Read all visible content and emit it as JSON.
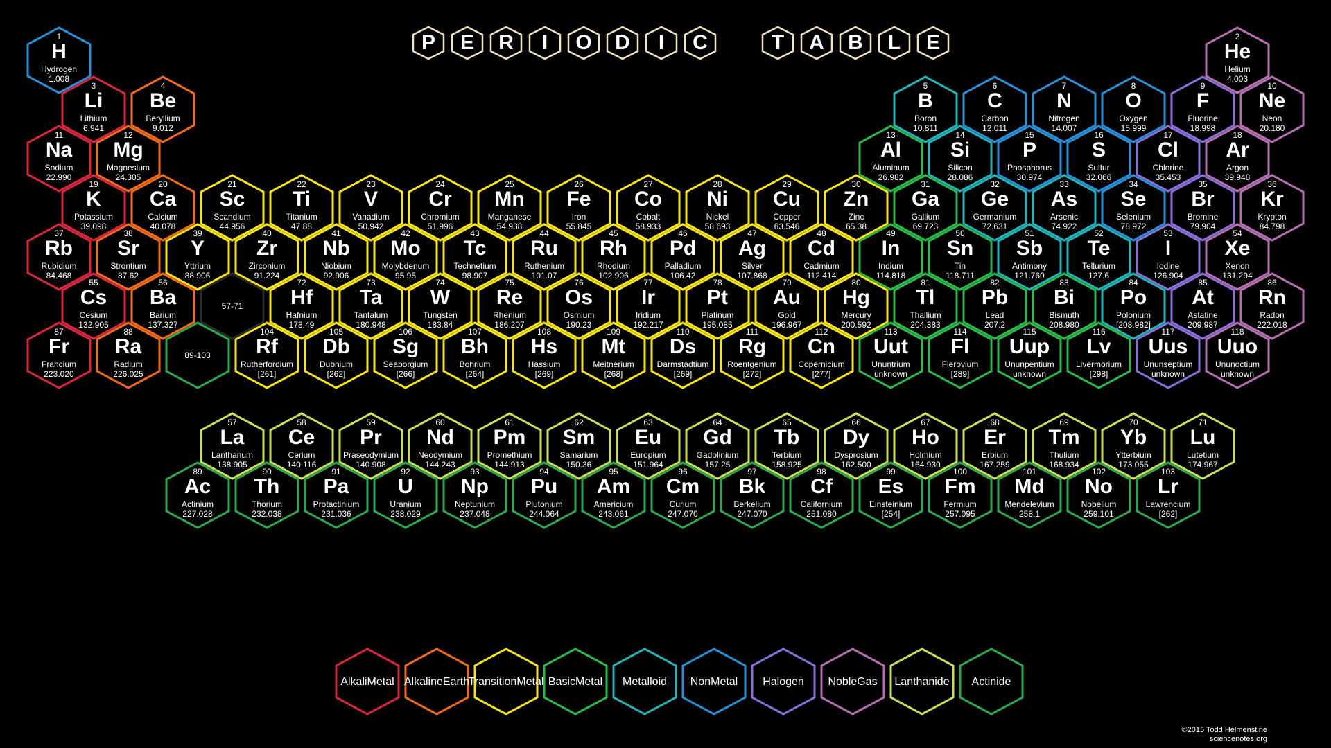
{
  "title": "PERIODIC TABLE",
  "credit_line1": "©2015 Todd Helmenstine",
  "credit_line2": "sciencenotes.org",
  "colors": {
    "alkali": "#d7263d",
    "alkaline": "#f26b1d",
    "transition": "#f5e31b",
    "basic": "#2db84a",
    "metalloid": "#22b4b8",
    "nonmetal": "#2b8fd8",
    "halogen": "#8a6fd8",
    "noble": "#b46fb0",
    "lanthanide": "#c9dd5a",
    "actinide": "#2ea84f",
    "title": "#f2e6c2"
  },
  "elements": [
    {
      "num": "1",
      "sym": "H",
      "name": "Hydrogen",
      "wt": "1.008",
      "cat": "nonmetal",
      "row": 1,
      "col": 1
    },
    {
      "num": "2",
      "sym": "He",
      "name": "Helium",
      "wt": "4.003",
      "cat": "noble",
      "row": 1,
      "col": 18
    },
    {
      "num": "3",
      "sym": "Li",
      "name": "Lithium",
      "wt": "6.941",
      "cat": "alkali",
      "row": 2,
      "col": 1
    },
    {
      "num": "4",
      "sym": "Be",
      "name": "Beryllium",
      "wt": "9.012",
      "cat": "alkaline",
      "row": 2,
      "col": 2
    },
    {
      "num": "5",
      "sym": "B",
      "name": "Boron",
      "wt": "10.811",
      "cat": "metalloid",
      "row": 2,
      "col": 13
    },
    {
      "num": "6",
      "sym": "C",
      "name": "Carbon",
      "wt": "12.011",
      "cat": "nonmetal",
      "row": 2,
      "col": 14
    },
    {
      "num": "7",
      "sym": "N",
      "name": "Nitrogen",
      "wt": "14.007",
      "cat": "nonmetal",
      "row": 2,
      "col": 15
    },
    {
      "num": "8",
      "sym": "O",
      "name": "Oxygen",
      "wt": "15.999",
      "cat": "nonmetal",
      "row": 2,
      "col": 16
    },
    {
      "num": "9",
      "sym": "F",
      "name": "Fluorine",
      "wt": "18.998",
      "cat": "halogen",
      "row": 2,
      "col": 17
    },
    {
      "num": "10",
      "sym": "Ne",
      "name": "Neon",
      "wt": "20.180",
      "cat": "noble",
      "row": 2,
      "col": 18
    },
    {
      "num": "11",
      "sym": "Na",
      "name": "Sodium",
      "wt": "22.990",
      "cat": "alkali",
      "row": 3,
      "col": 1
    },
    {
      "num": "12",
      "sym": "Mg",
      "name": "Magnesium",
      "wt": "24.305",
      "cat": "alkaline",
      "row": 3,
      "col": 2
    },
    {
      "num": "13",
      "sym": "Al",
      "name": "Aluminum",
      "wt": "26.982",
      "cat": "basic",
      "row": 3,
      "col": 13
    },
    {
      "num": "14",
      "sym": "Si",
      "name": "Silicon",
      "wt": "28.086",
      "cat": "metalloid",
      "row": 3,
      "col": 14
    },
    {
      "num": "15",
      "sym": "P",
      "name": "Phosphorus",
      "wt": "30.974",
      "cat": "nonmetal",
      "row": 3,
      "col": 15
    },
    {
      "num": "16",
      "sym": "S",
      "name": "Sulfur",
      "wt": "32.066",
      "cat": "nonmetal",
      "row": 3,
      "col": 16
    },
    {
      "num": "17",
      "sym": "Cl",
      "name": "Chlorine",
      "wt": "35.453",
      "cat": "halogen",
      "row": 3,
      "col": 17
    },
    {
      "num": "18",
      "sym": "Ar",
      "name": "Argon",
      "wt": "39.948",
      "cat": "noble",
      "row": 3,
      "col": 18
    },
    {
      "num": "19",
      "sym": "K",
      "name": "Potassium",
      "wt": "39.098",
      "cat": "alkali",
      "row": 4,
      "col": 1
    },
    {
      "num": "20",
      "sym": "Ca",
      "name": "Calcium",
      "wt": "40.078",
      "cat": "alkaline",
      "row": 4,
      "col": 2
    },
    {
      "num": "21",
      "sym": "Sc",
      "name": "Scandium",
      "wt": "44.956",
      "cat": "transition",
      "row": 4,
      "col": 3
    },
    {
      "num": "22",
      "sym": "Ti",
      "name": "Titanium",
      "wt": "47.88",
      "cat": "transition",
      "row": 4,
      "col": 4
    },
    {
      "num": "23",
      "sym": "V",
      "name": "Vanadium",
      "wt": "50.942",
      "cat": "transition",
      "row": 4,
      "col": 5
    },
    {
      "num": "24",
      "sym": "Cr",
      "name": "Chromium",
      "wt": "51.996",
      "cat": "transition",
      "row": 4,
      "col": 6
    },
    {
      "num": "25",
      "sym": "Mn",
      "name": "Manganese",
      "wt": "54.938",
      "cat": "transition",
      "row": 4,
      "col": 7
    },
    {
      "num": "26",
      "sym": "Fe",
      "name": "Iron",
      "wt": "55.845",
      "cat": "transition",
      "row": 4,
      "col": 8
    },
    {
      "num": "27",
      "sym": "Co",
      "name": "Cobalt",
      "wt": "58.933",
      "cat": "transition",
      "row": 4,
      "col": 9
    },
    {
      "num": "28",
      "sym": "Ni",
      "name": "Nickel",
      "wt": "58.693",
      "cat": "transition",
      "row": 4,
      "col": 10
    },
    {
      "num": "29",
      "sym": "Cu",
      "name": "Copper",
      "wt": "63.546",
      "cat": "transition",
      "row": 4,
      "col": 11
    },
    {
      "num": "30",
      "sym": "Zn",
      "name": "Zinc",
      "wt": "65.38",
      "cat": "transition",
      "row": 4,
      "col": 12
    },
    {
      "num": "31",
      "sym": "Ga",
      "name": "Gallium",
      "wt": "69.723",
      "cat": "basic",
      "row": 4,
      "col": 13
    },
    {
      "num": "32",
      "sym": "Ge",
      "name": "Germanium",
      "wt": "72.631",
      "cat": "metalloid",
      "row": 4,
      "col": 14
    },
    {
      "num": "33",
      "sym": "As",
      "name": "Arsenic",
      "wt": "74.922",
      "cat": "metalloid",
      "row": 4,
      "col": 15
    },
    {
      "num": "34",
      "sym": "Se",
      "name": "Selenium",
      "wt": "78.972",
      "cat": "nonmetal",
      "row": 4,
      "col": 16
    },
    {
      "num": "35",
      "sym": "Br",
      "name": "Bromine",
      "wt": "79.904",
      "cat": "halogen",
      "row": 4,
      "col": 17
    },
    {
      "num": "36",
      "sym": "Kr",
      "name": "Krypton",
      "wt": "84.798",
      "cat": "noble",
      "row": 4,
      "col": 18
    },
    {
      "num": "37",
      "sym": "Rb",
      "name": "Rubidium",
      "wt": "84.468",
      "cat": "alkali",
      "row": 5,
      "col": 1
    },
    {
      "num": "38",
      "sym": "Sr",
      "name": "Strontium",
      "wt": "87.62",
      "cat": "alkaline",
      "row": 5,
      "col": 2
    },
    {
      "num": "39",
      "sym": "Y",
      "name": "Yttrium",
      "wt": "88.906",
      "cat": "transition",
      "row": 5,
      "col": 3
    },
    {
      "num": "40",
      "sym": "Zr",
      "name": "Zirconium",
      "wt": "91.224",
      "cat": "transition",
      "row": 5,
      "col": 4
    },
    {
      "num": "41",
      "sym": "Nb",
      "name": "Niobium",
      "wt": "92.906",
      "cat": "transition",
      "row": 5,
      "col": 5
    },
    {
      "num": "42",
      "sym": "Mo",
      "name": "Molybdenum",
      "wt": "95.95",
      "cat": "transition",
      "row": 5,
      "col": 6
    },
    {
      "num": "43",
      "sym": "Tc",
      "name": "Technetium",
      "wt": "98.907",
      "cat": "transition",
      "row": 5,
      "col": 7
    },
    {
      "num": "44",
      "sym": "Ru",
      "name": "Ruthenium",
      "wt": "101.07",
      "cat": "transition",
      "row": 5,
      "col": 8
    },
    {
      "num": "45",
      "sym": "Rh",
      "name": "Rhodium",
      "wt": "102.906",
      "cat": "transition",
      "row": 5,
      "col": 9
    },
    {
      "num": "46",
      "sym": "Pd",
      "name": "Palladium",
      "wt": "106.42",
      "cat": "transition",
      "row": 5,
      "col": 10
    },
    {
      "num": "47",
      "sym": "Ag",
      "name": "Silver",
      "wt": "107.868",
      "cat": "transition",
      "row": 5,
      "col": 11
    },
    {
      "num": "48",
      "sym": "Cd",
      "name": "Cadmium",
      "wt": "112.414",
      "cat": "transition",
      "row": 5,
      "col": 12
    },
    {
      "num": "49",
      "sym": "In",
      "name": "Indium",
      "wt": "114.818",
      "cat": "basic",
      "row": 5,
      "col": 13
    },
    {
      "num": "50",
      "sym": "Sn",
      "name": "Tin",
      "wt": "118.711",
      "cat": "basic",
      "row": 5,
      "col": 14
    },
    {
      "num": "51",
      "sym": "Sb",
      "name": "Antimony",
      "wt": "121.760",
      "cat": "metalloid",
      "row": 5,
      "col": 15
    },
    {
      "num": "52",
      "sym": "Te",
      "name": "Tellurium",
      "wt": "127.6",
      "cat": "metalloid",
      "row": 5,
      "col": 16
    },
    {
      "num": "53",
      "sym": "I",
      "name": "Iodine",
      "wt": "126.904",
      "cat": "halogen",
      "row": 5,
      "col": 17
    },
    {
      "num": "54",
      "sym": "Xe",
      "name": "Xenon",
      "wt": "131.294",
      "cat": "noble",
      "row": 5,
      "col": 18
    },
    {
      "num": "55",
      "sym": "Cs",
      "name": "Cesium",
      "wt": "132.905",
      "cat": "alkali",
      "row": 6,
      "col": 1
    },
    {
      "num": "56",
      "sym": "Ba",
      "name": "Barium",
      "wt": "137.327",
      "cat": "alkaline",
      "row": 6,
      "col": 2
    },
    {
      "num": "72",
      "sym": "Hf",
      "name": "Hafnium",
      "wt": "178.49",
      "cat": "transition",
      "row": 6,
      "col": 4
    },
    {
      "num": "73",
      "sym": "Ta",
      "name": "Tantalum",
      "wt": "180.948",
      "cat": "transition",
      "row": 6,
      "col": 5
    },
    {
      "num": "74",
      "sym": "W",
      "name": "Tungsten",
      "wt": "183.84",
      "cat": "transition",
      "row": 6,
      "col": 6
    },
    {
      "num": "75",
      "sym": "Re",
      "name": "Rhenium",
      "wt": "186.207",
      "cat": "transition",
      "row": 6,
      "col": 7
    },
    {
      "num": "76",
      "sym": "Os",
      "name": "Osmium",
      "wt": "190.23",
      "cat": "transition",
      "row": 6,
      "col": 8
    },
    {
      "num": "77",
      "sym": "Ir",
      "name": "Iridium",
      "wt": "192.217",
      "cat": "transition",
      "row": 6,
      "col": 9
    },
    {
      "num": "78",
      "sym": "Pt",
      "name": "Platinum",
      "wt": "195.085",
      "cat": "transition",
      "row": 6,
      "col": 10
    },
    {
      "num": "79",
      "sym": "Au",
      "name": "Gold",
      "wt": "196.967",
      "cat": "transition",
      "row": 6,
      "col": 11
    },
    {
      "num": "80",
      "sym": "Hg",
      "name": "Mercury",
      "wt": "200.592",
      "cat": "transition",
      "row": 6,
      "col": 12
    },
    {
      "num": "81",
      "sym": "Tl",
      "name": "Thallium",
      "wt": "204.383",
      "cat": "basic",
      "row": 6,
      "col": 13
    },
    {
      "num": "82",
      "sym": "Pb",
      "name": "Lead",
      "wt": "207.2",
      "cat": "basic",
      "row": 6,
      "col": 14
    },
    {
      "num": "83",
      "sym": "Bi",
      "name": "Bismuth",
      "wt": "208.980",
      "cat": "basic",
      "row": 6,
      "col": 15
    },
    {
      "num": "84",
      "sym": "Po",
      "name": "Polonium",
      "wt": "[208.982]",
      "cat": "metalloid",
      "row": 6,
      "col": 16
    },
    {
      "num": "85",
      "sym": "At",
      "name": "Astatine",
      "wt": "209.987",
      "cat": "halogen",
      "row": 6,
      "col": 17
    },
    {
      "num": "86",
      "sym": "Rn",
      "name": "Radon",
      "wt": "222.018",
      "cat": "noble",
      "row": 6,
      "col": 18
    },
    {
      "num": "87",
      "sym": "Fr",
      "name": "Francium",
      "wt": "223.020",
      "cat": "alkali",
      "row": 7,
      "col": 1
    },
    {
      "num": "88",
      "sym": "Ra",
      "name": "Radium",
      "wt": "226.025",
      "cat": "alkaline",
      "row": 7,
      "col": 2
    },
    {
      "num": "104",
      "sym": "Rf",
      "name": "Rutherfordium",
      "wt": "[261]",
      "cat": "transition",
      "row": 7,
      "col": 4
    },
    {
      "num": "105",
      "sym": "Db",
      "name": "Dubnium",
      "wt": "[262]",
      "cat": "transition",
      "row": 7,
      "col": 5
    },
    {
      "num": "106",
      "sym": "Sg",
      "name": "Seaborgium",
      "wt": "[266]",
      "cat": "transition",
      "row": 7,
      "col": 6
    },
    {
      "num": "107",
      "sym": "Bh",
      "name": "Bohrium",
      "wt": "[264]",
      "cat": "transition",
      "row": 7,
      "col": 7
    },
    {
      "num": "108",
      "sym": "Hs",
      "name": "Hassium",
      "wt": "[269]",
      "cat": "transition",
      "row": 7,
      "col": 8
    },
    {
      "num": "109",
      "sym": "Mt",
      "name": "Meitnerium",
      "wt": "[268]",
      "cat": "transition",
      "row": 7,
      "col": 9
    },
    {
      "num": "110",
      "sym": "Ds",
      "name": "Darmstadtium",
      "wt": "[269]",
      "cat": "transition",
      "row": 7,
      "col": 10
    },
    {
      "num": "111",
      "sym": "Rg",
      "name": "Roentgenium",
      "wt": "[272]",
      "cat": "transition",
      "row": 7,
      "col": 11
    },
    {
      "num": "112",
      "sym": "Cn",
      "name": "Copernicium",
      "wt": "[277]",
      "cat": "transition",
      "row": 7,
      "col": 12
    },
    {
      "num": "113",
      "sym": "Uut",
      "name": "Ununtrium",
      "wt": "unknown",
      "cat": "basic",
      "row": 7,
      "col": 13
    },
    {
      "num": "114",
      "sym": "Fl",
      "name": "Flerovium",
      "wt": "[289]",
      "cat": "basic",
      "row": 7,
      "col": 14
    },
    {
      "num": "115",
      "sym": "Uup",
      "name": "Ununpentium",
      "wt": "unknown",
      "cat": "basic",
      "row": 7,
      "col": 15
    },
    {
      "num": "116",
      "sym": "Lv",
      "name": "Livermorium",
      "wt": "[298]",
      "cat": "basic",
      "row": 7,
      "col": 16
    },
    {
      "num": "117",
      "sym": "Uus",
      "name": "Ununseptium",
      "wt": "unknown",
      "cat": "halogen",
      "row": 7,
      "col": 17
    },
    {
      "num": "118",
      "sym": "Uuo",
      "name": "Ununoctium",
      "wt": "unknown",
      "cat": "noble",
      "row": 7,
      "col": 18
    },
    {
      "num": "57",
      "sym": "La",
      "name": "Lanthanum",
      "wt": "138.905",
      "cat": "lanthanide",
      "row": 8,
      "col": 3
    },
    {
      "num": "58",
      "sym": "Ce",
      "name": "Cerium",
      "wt": "140.116",
      "cat": "lanthanide",
      "row": 8,
      "col": 4
    },
    {
      "num": "59",
      "sym": "Pr",
      "name": "Praseodymium",
      "wt": "140.908",
      "cat": "lanthanide",
      "row": 8,
      "col": 5
    },
    {
      "num": "60",
      "sym": "Nd",
      "name": "Neodymium",
      "wt": "144.243",
      "cat": "lanthanide",
      "row": 8,
      "col": 6
    },
    {
      "num": "61",
      "sym": "Pm",
      "name": "Promethium",
      "wt": "144.913",
      "cat": "lanthanide",
      "row": 8,
      "col": 7
    },
    {
      "num": "62",
      "sym": "Sm",
      "name": "Samarium",
      "wt": "150.36",
      "cat": "lanthanide",
      "row": 8,
      "col": 8
    },
    {
      "num": "63",
      "sym": "Eu",
      "name": "Europium",
      "wt": "151.964",
      "cat": "lanthanide",
      "row": 8,
      "col": 9
    },
    {
      "num": "64",
      "sym": "Gd",
      "name": "Gadolinium",
      "wt": "157.25",
      "cat": "lanthanide",
      "row": 8,
      "col": 10
    },
    {
      "num": "65",
      "sym": "Tb",
      "name": "Terbium",
      "wt": "158.925",
      "cat": "lanthanide",
      "row": 8,
      "col": 11
    },
    {
      "num": "66",
      "sym": "Dy",
      "name": "Dysprosium",
      "wt": "162.500",
      "cat": "lanthanide",
      "row": 8,
      "col": 12
    },
    {
      "num": "67",
      "sym": "Ho",
      "name": "Holmium",
      "wt": "164.930",
      "cat": "lanthanide",
      "row": 8,
      "col": 13
    },
    {
      "num": "68",
      "sym": "Er",
      "name": "Erbium",
      "wt": "167.259",
      "cat": "lanthanide",
      "row": 8,
      "col": 14
    },
    {
      "num": "69",
      "sym": "Tm",
      "name": "Thulium",
      "wt": "168.934",
      "cat": "lanthanide",
      "row": 8,
      "col": 15
    },
    {
      "num": "70",
      "sym": "Yb",
      "name": "Ytterbium",
      "wt": "173.055",
      "cat": "lanthanide",
      "row": 8,
      "col": 16
    },
    {
      "num": "71",
      "sym": "Lu",
      "name": "Lutetium",
      "wt": "174.967",
      "cat": "lanthanide",
      "row": 8,
      "col": 17
    },
    {
      "num": "89",
      "sym": "Ac",
      "name": "Actinium",
      "wt": "227.028",
      "cat": "actinide",
      "row": 9,
      "col": 3
    },
    {
      "num": "90",
      "sym": "Th",
      "name": "Thorium",
      "wt": "232.038",
      "cat": "actinide",
      "row": 9,
      "col": 4
    },
    {
      "num": "91",
      "sym": "Pa",
      "name": "Protactinium",
      "wt": "231.036",
      "cat": "actinide",
      "row": 9,
      "col": 5
    },
    {
      "num": "92",
      "sym": "U",
      "name": "Uranium",
      "wt": "238.029",
      "cat": "actinide",
      "row": 9,
      "col": 6
    },
    {
      "num": "93",
      "sym": "Np",
      "name": "Neptunium",
      "wt": "237.048",
      "cat": "actinide",
      "row": 9,
      "col": 7
    },
    {
      "num": "94",
      "sym": "Pu",
      "name": "Plutonium",
      "wt": "244.064",
      "cat": "actinide",
      "row": 9,
      "col": 8
    },
    {
      "num": "95",
      "sym": "Am",
      "name": "Americium",
      "wt": "243.061",
      "cat": "actinide",
      "row": 9,
      "col": 9
    },
    {
      "num": "96",
      "sym": "Cm",
      "name": "Curium",
      "wt": "247.070",
      "cat": "actinide",
      "row": 9,
      "col": 10
    },
    {
      "num": "97",
      "sym": "Bk",
      "name": "Berkelium",
      "wt": "247.070",
      "cat": "actinide",
      "row": 9,
      "col": 11
    },
    {
      "num": "98",
      "sym": "Cf",
      "name": "Californium",
      "wt": "251.080",
      "cat": "actinide",
      "row": 9,
      "col": 12
    },
    {
      "num": "99",
      "sym": "Es",
      "name": "Einsteinium",
      "wt": "[254]",
      "cat": "actinide",
      "row": 9,
      "col": 13
    },
    {
      "num": "100",
      "sym": "Fm",
      "name": "Fermium",
      "wt": "257.095",
      "cat": "actinide",
      "row": 9,
      "col": 14
    },
    {
      "num": "101",
      "sym": "Md",
      "name": "Mendelevium",
      "wt": "258.1",
      "cat": "actinide",
      "row": 9,
      "col": 15
    },
    {
      "num": "102",
      "sym": "No",
      "name": "Nobelium",
      "wt": "259.101",
      "cat": "actinide",
      "row": 9,
      "col": 16
    },
    {
      "num": "103",
      "sym": "Lr",
      "name": "Lawrencium",
      "wt": "[262]",
      "cat": "actinide",
      "row": 9,
      "col": 17
    }
  ],
  "placeholders": [
    {
      "label": "57-71",
      "cat": "none",
      "row": 6,
      "col": 3
    },
    {
      "label": "89-103",
      "cat": "actinide",
      "row": 7,
      "col": 3
    }
  ],
  "legend": [
    {
      "label": "Alkali Metal",
      "cat": "alkali"
    },
    {
      "label": "Alkaline Earth",
      "cat": "alkaline"
    },
    {
      "label": "Transition Metal",
      "cat": "transition"
    },
    {
      "label": "Basic Metal",
      "cat": "basic"
    },
    {
      "label": "Metalloid",
      "cat": "metalloid"
    },
    {
      "label": "Non Metal",
      "cat": "nonmetal"
    },
    {
      "label": "Halogen",
      "cat": "halogen"
    },
    {
      "label": "Noble Gas",
      "cat": "noble"
    },
    {
      "label": "Lanthanide",
      "cat": "lanthanide"
    },
    {
      "label": "Actinide",
      "cat": "actinide"
    }
  ]
}
